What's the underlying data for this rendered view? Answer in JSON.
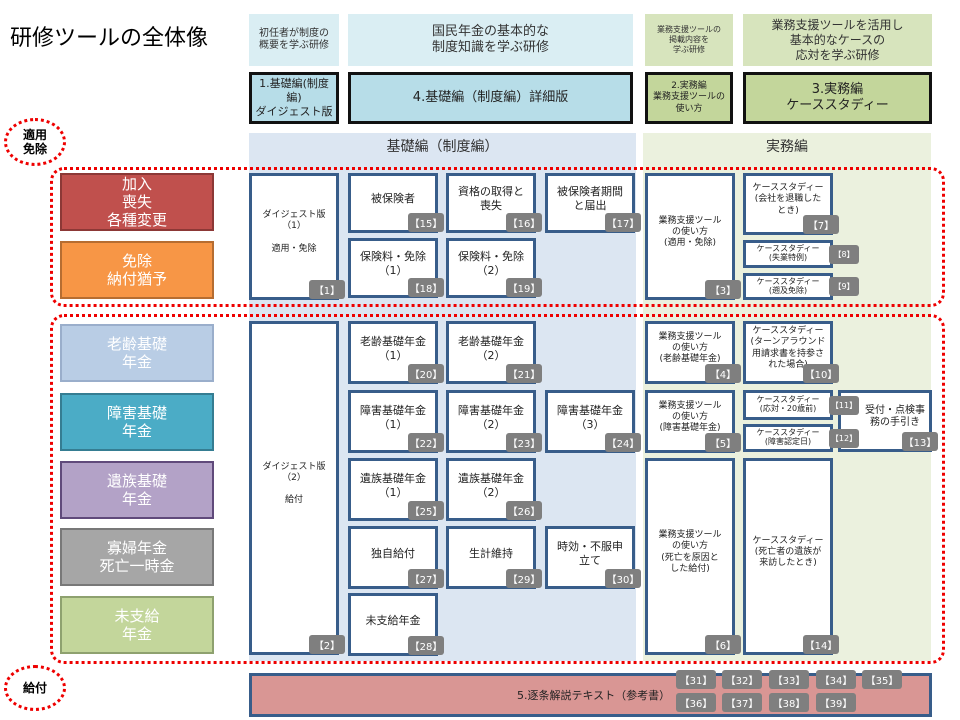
{
  "title": "研修ツールの全体像",
  "descriptions": [
    {
      "id": "d1",
      "text": "初任者が制度の\n概要を学ぶ研修"
    },
    {
      "id": "d2",
      "text": "国民年金の基本的な\n制度知識を学ぶ研修"
    },
    {
      "id": "d3",
      "text": "業務支援ツールの\n掲載内容を\n学ぶ研修"
    },
    {
      "id": "d4",
      "text": "業務支援ツールを活用し\n基本的なケースの\n応対を学ぶ研修"
    }
  ],
  "tiers": [
    {
      "id": "t1",
      "text": "1.基礎編(制度編)\nダイジェスト版"
    },
    {
      "id": "t2",
      "text": "4.基礎編（制度編）詳細版"
    },
    {
      "id": "t3",
      "text": "2.実務編\n業務支援ツールの\n使い方"
    },
    {
      "id": "t4",
      "text": "3.実務編\nケーススタディー"
    }
  ],
  "bands": {
    "kiso": "基礎編（制度編）",
    "jitsumu": "実務編"
  },
  "circles": {
    "tekiyo": "適用\n免除",
    "kyufu": "給付"
  },
  "colors": {
    "box_border": "#385d8a",
    "zone_dotted": "#e00000",
    "tag": "#7f7f7f",
    "kiso_band": "#dce6f2",
    "jitsumu_band": "#ebf1de"
  },
  "categories": [
    {
      "id": "c1",
      "text": "加入\n喪失\n各種変更",
      "color": "#c0504d"
    },
    {
      "id": "c2",
      "text": "免除\n納付猶予",
      "color": "#f79646"
    },
    {
      "id": "c3",
      "text": "老齢基礎\n年金",
      "color": "#b9cde5"
    },
    {
      "id": "c4",
      "text": "障害基礎\n年金",
      "color": "#4bacc6"
    },
    {
      "id": "c5",
      "text": "遺族基礎\n年金",
      "color": "#b3a2c7"
    },
    {
      "id": "c6",
      "text": "寡婦年金\n死亡一時金",
      "color": "#a6a6a6"
    },
    {
      "id": "c7",
      "text": "未支給\n年金",
      "color": "#c3d69b"
    }
  ],
  "boxes": [
    {
      "id": "b1",
      "text": "ダイジェスト版\n（1）\n\n適用・免除",
      "tag": "【1】"
    },
    {
      "id": "b2",
      "text": "ダイジェスト版\n（2）\n\n給付",
      "tag": "【2】"
    },
    {
      "id": "b15",
      "text": "被保険者",
      "tag": "【15】"
    },
    {
      "id": "b16",
      "text": "資格の取得と\n喪失",
      "tag": "【16】"
    },
    {
      "id": "b17",
      "text": "被保険者期間\nと届出",
      "tag": "【17】"
    },
    {
      "id": "b18",
      "text": "保険料・免除\n（1）",
      "tag": "【18】"
    },
    {
      "id": "b19",
      "text": "保険料・免除\n（2）",
      "tag": "【19】"
    },
    {
      "id": "b20",
      "text": "老齢基礎年金\n（1）",
      "tag": "【20】"
    },
    {
      "id": "b21",
      "text": "老齢基礎年金\n（2）",
      "tag": "【21】"
    },
    {
      "id": "b22",
      "text": "障害基礎年金\n（1）",
      "tag": "【22】"
    },
    {
      "id": "b23",
      "text": "障害基礎年金\n（2）",
      "tag": "【23】"
    },
    {
      "id": "b24",
      "text": "障害基礎年金\n（3）",
      "tag": "【24】"
    },
    {
      "id": "b25",
      "text": "遺族基礎年金\n（1）",
      "tag": "【25】"
    },
    {
      "id": "b26",
      "text": "遺族基礎年金\n（2）",
      "tag": "【26】"
    },
    {
      "id": "b27",
      "text": "独自給付",
      "tag": "【27】"
    },
    {
      "id": "b29",
      "text": "生計維持",
      "tag": "【29】"
    },
    {
      "id": "b30",
      "text": "時効・不服申\n立て",
      "tag": "【30】"
    },
    {
      "id": "b28",
      "text": "未支給年金",
      "tag": "【28】"
    },
    {
      "id": "b3",
      "text": "業務支援ツール\nの使い方\n(適用・免除)",
      "tag": "【3】"
    },
    {
      "id": "b4",
      "text": "業務支援ツール\nの使い方\n(老齢基礎年金)",
      "tag": "【4】"
    },
    {
      "id": "b5",
      "text": "業務支援ツール\nの使い方\n(障害基礎年金)",
      "tag": "【5】"
    },
    {
      "id": "b6",
      "text": "業務支援ツール\nの使い方\n(死亡を原因と\nした給付)",
      "tag": "【6】"
    },
    {
      "id": "b7",
      "text": "ケーススタディー\n(会社を退職した\nとき)",
      "tag": "【7】"
    },
    {
      "id": "b8",
      "text": "ケーススタディー\n(失業特例)",
      "tag": "【8】"
    },
    {
      "id": "b9",
      "text": "ケーススタディー\n(遡及免除)",
      "tag": "【9】"
    },
    {
      "id": "b10",
      "text": "ケーススタディー\n(ターンアラウンド\n用請求書を持参さ\nれた場合)",
      "tag": "【10】"
    },
    {
      "id": "b11",
      "text": "ケーススタディー\n(応対・20歳前)",
      "tag": "【11】"
    },
    {
      "id": "b12",
      "text": "ケーススタディー\n(障害認定日)",
      "tag": "【12】"
    },
    {
      "id": "b13",
      "text": "受付・点検事\n務の手引き",
      "tag": "【13】"
    },
    {
      "id": "b14",
      "text": "ケーススタディー\n(死亡者の遺族が\n来訪したとき)",
      "tag": "【14】"
    }
  ],
  "bottom": {
    "label": "5.逐条解説テキスト（参考書）",
    "tags": [
      "【31】",
      "【32】",
      "【33】",
      "【34】",
      "【35】",
      "【36】",
      "【37】",
      "【38】",
      "【39】"
    ]
  }
}
